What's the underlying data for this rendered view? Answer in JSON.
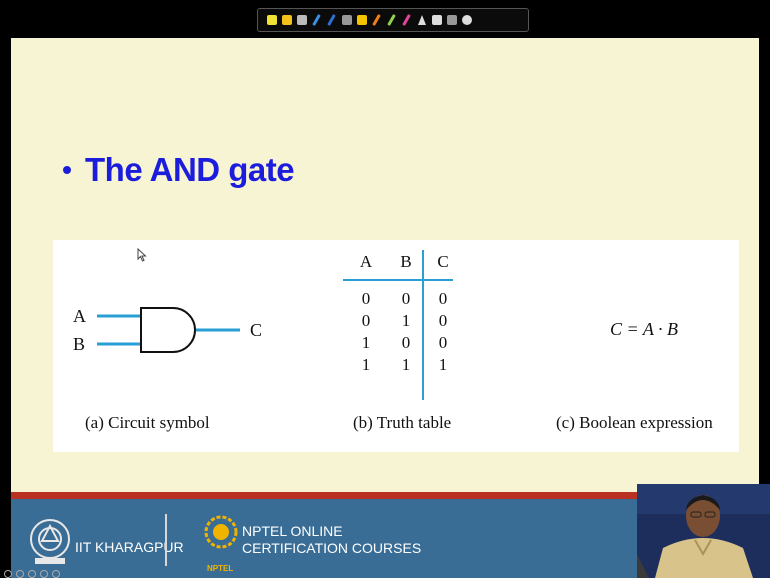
{
  "toolbar": {
    "tools": [
      {
        "icon": "pointer-icon",
        "color": "#f2e233"
      },
      {
        "icon": "highlighter-icon",
        "color": "#f2c21b"
      },
      {
        "icon": "marker-icon",
        "color": "#bbbbbb"
      },
      {
        "icon": "pen-icon",
        "color": "#3d8fe0"
      },
      {
        "icon": "pen-icon",
        "color": "#2e6fd0"
      },
      {
        "icon": "highlighter-icon",
        "color": "#999999"
      },
      {
        "icon": "marker-icon",
        "color": "#f5c400"
      },
      {
        "icon": "pen-icon",
        "color": "#f07d1a"
      },
      {
        "icon": "pen-icon",
        "color": "#8fd14f"
      },
      {
        "icon": "pen-icon",
        "color": "#e2449a"
      },
      {
        "icon": "cursor-icon",
        "color": "#dddddd"
      },
      {
        "icon": "eraser-icon",
        "color": "#dddddd"
      },
      {
        "icon": "clear-icon",
        "color": "#999999"
      },
      {
        "icon": "close-icon",
        "color": "#dddddd"
      }
    ]
  },
  "slide": {
    "heading": "The AND gate"
  },
  "figure": {
    "input_a": "A",
    "input_b": "B",
    "output_c": "C",
    "truth_table": {
      "headers": [
        "A",
        "B",
        "C"
      ],
      "rows": [
        [
          "0",
          "0",
          "0"
        ],
        [
          "0",
          "1",
          "0"
        ],
        [
          "1",
          "0",
          "0"
        ],
        [
          "1",
          "1",
          "1"
        ]
      ]
    },
    "expression": "C = A · B",
    "captions": [
      "(a) Circuit symbol",
      "(b) Truth table",
      "(c) Boolean expression"
    ]
  },
  "footer": {
    "iit_label": "IIT KHARAGPUR",
    "nptel_line1": "NPTEL ONLINE",
    "nptel_line2": "CERTIFICATION COURSES",
    "nptel_small": "NPTEL"
  },
  "colors": {
    "slide_bg": "#f7f4d4",
    "heading": "#1c1cdc",
    "wire": "#2a9fd6",
    "footer": "#3a6d96",
    "footer_accent": "#b83122"
  }
}
